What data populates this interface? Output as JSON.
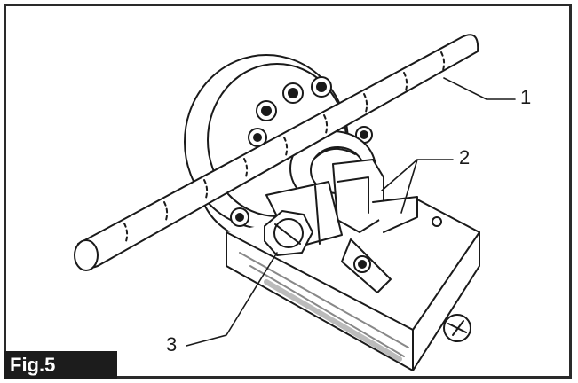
{
  "figure": {
    "caption": "Fig.5",
    "callouts": [
      {
        "id": "1",
        "label": "1"
      },
      {
        "id": "2",
        "label": "2"
      },
      {
        "id": "3",
        "label": "3"
      }
    ]
  },
  "colors": {
    "line": "#1a1a1a",
    "shade": "#cfcfcf",
    "caption_bg": "#1c1c1c",
    "caption_text": "#ffffff"
  }
}
